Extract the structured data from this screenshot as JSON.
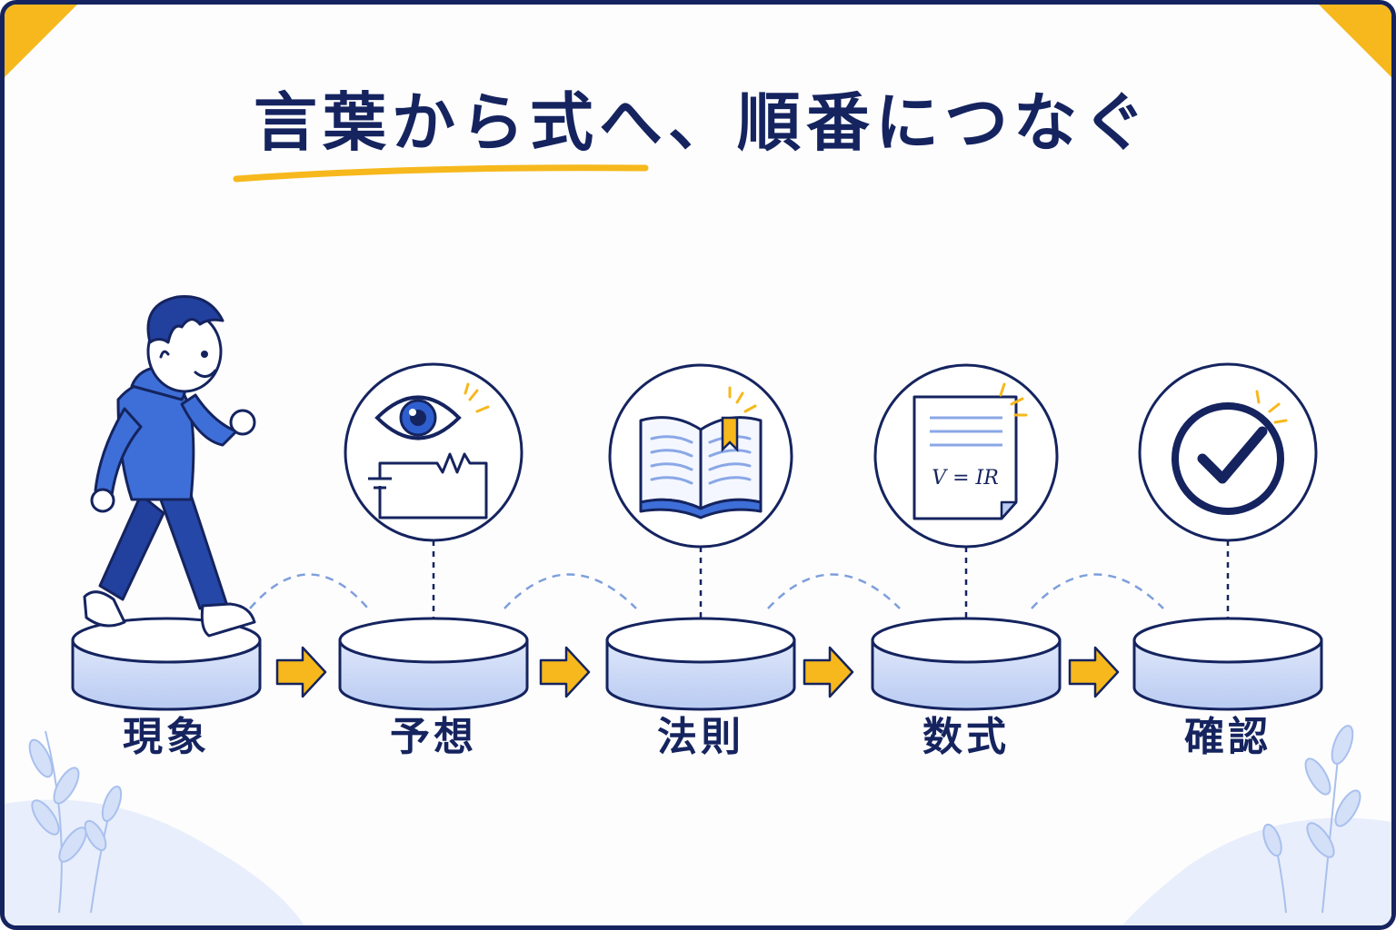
{
  "title": "言葉から式へ、順番につなぐ",
  "steps": [
    {
      "label": "現象",
      "icon": "walking-person-icon"
    },
    {
      "label": "予想",
      "icon": "eye-circuit-icon"
    },
    {
      "label": "法則",
      "icon": "open-book-icon"
    },
    {
      "label": "数式",
      "icon": "formula-document-icon"
    },
    {
      "label": "確認",
      "icon": "check-circle-icon"
    }
  ],
  "formula": "V = IR",
  "colors": {
    "navy": "#15245f",
    "accent_yellow": "#f6b81c",
    "platform_blue": "#c9d7f5",
    "character_blue": "#3e6fd8"
  }
}
